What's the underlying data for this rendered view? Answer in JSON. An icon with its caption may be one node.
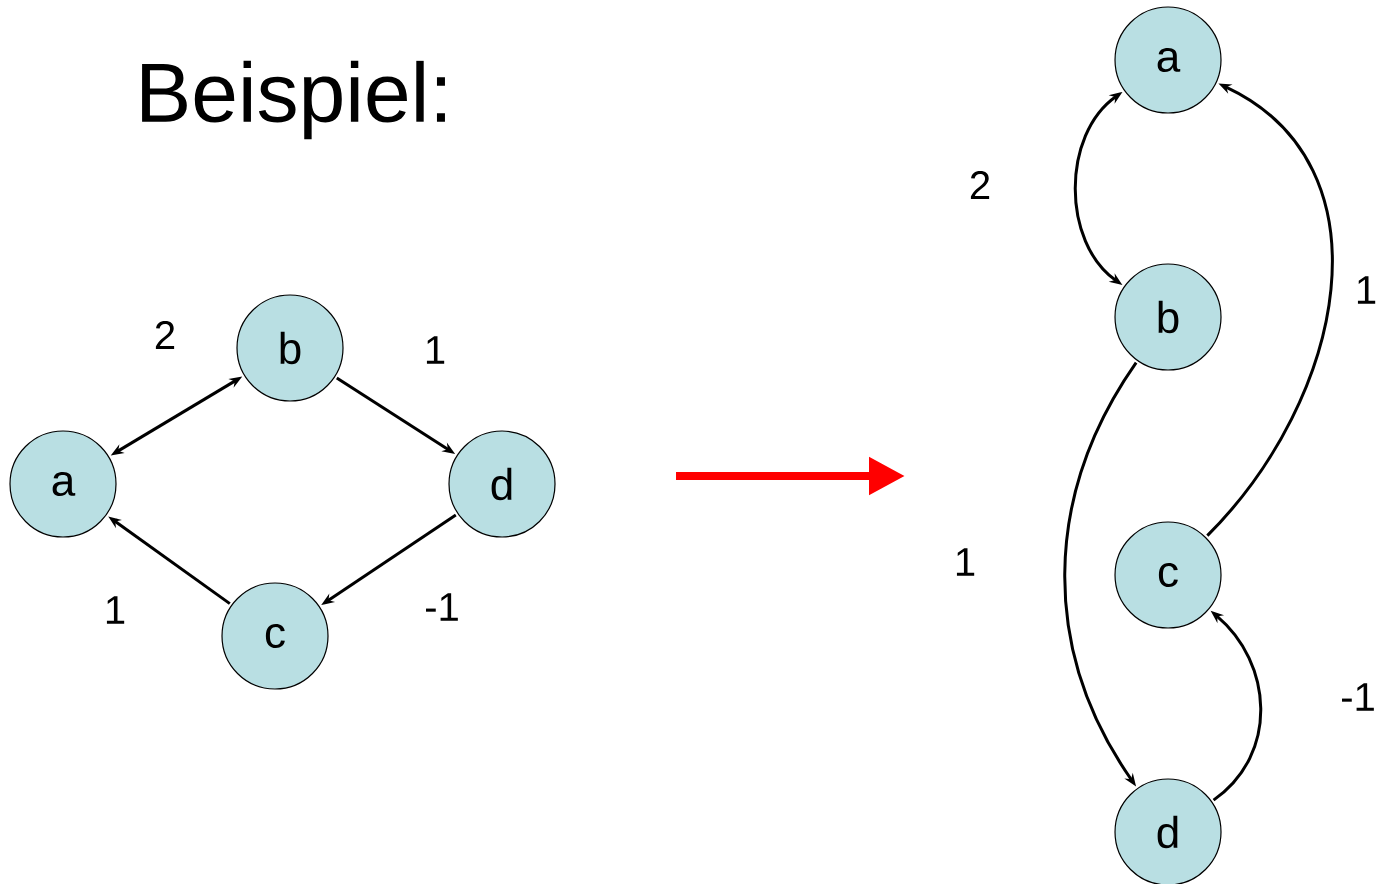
{
  "diagram": {
    "title": "Beispiel:",
    "nodes": [
      {
        "text": [
          "a"
        ]
      },
      {
        "text": [
          "b"
        ]
      },
      {
        "text": [
          "d"
        ]
      },
      {
        "text": [
          "c"
        ]
      },
      {
        "text": [
          "a"
        ]
      },
      {
        "text": [
          "b"
        ]
      },
      {
        "text": [
          "c"
        ]
      },
      {
        "text": [
          "d"
        ]
      }
    ],
    "edges": [
      {
        "from": 0,
        "to": 1,
        "arrow": "both",
        "label": "2"
      },
      {
        "from": 1,
        "to": 2,
        "arrow": "to",
        "label": "1"
      },
      {
        "from": 2,
        "to": 3,
        "arrow": "to",
        "label": "-1"
      },
      {
        "from": 3,
        "to": 0,
        "arrow": "to",
        "label": "1"
      },
      {
        "from": 4,
        "to": 5,
        "arrow": "both",
        "label": "2"
      },
      {
        "from": 6,
        "to": 4,
        "arrow": "to",
        "label": "1"
      },
      {
        "from": 5,
        "to": 7,
        "arrow": "to",
        "label": "1"
      },
      {
        "from": 7,
        "to": 6,
        "arrow": "to",
        "label": "-1"
      }
    ]
  }
}
